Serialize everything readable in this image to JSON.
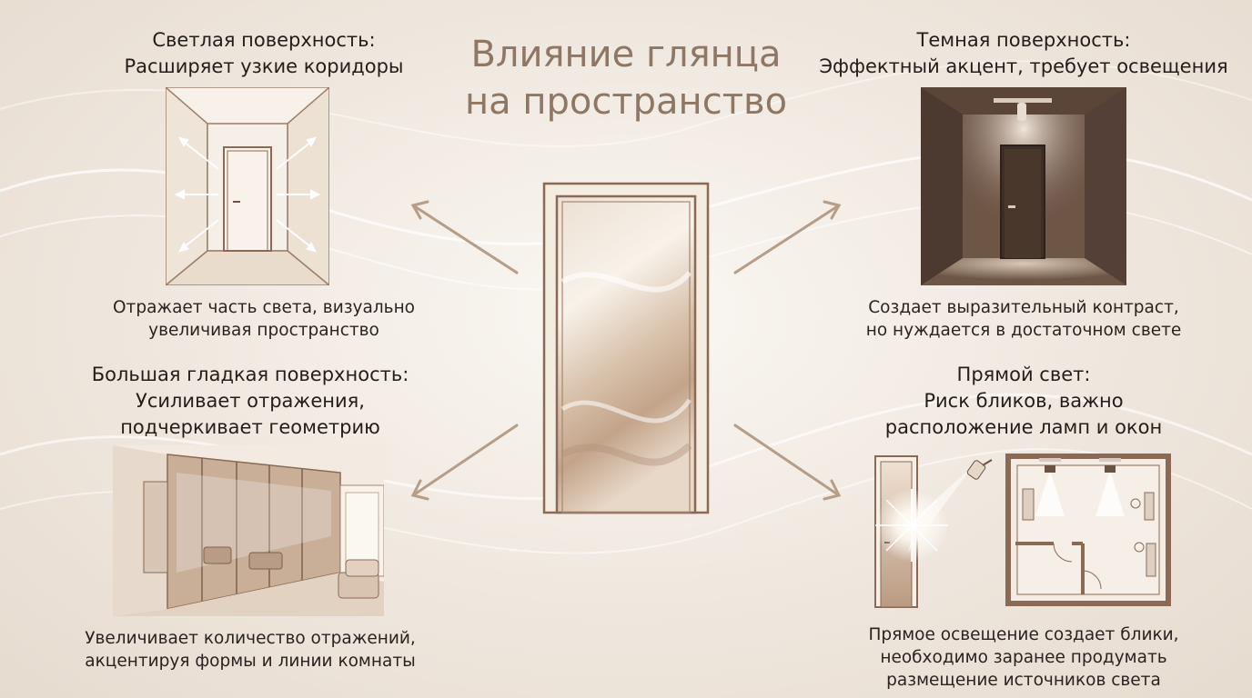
{
  "title": {
    "line1": "Влияние глянца",
    "line2": "на пространство"
  },
  "colors": {
    "accent": "#8f7766",
    "arrow": "#b59d87",
    "frame": "#8a6a55",
    "dark_room": "#5a4538"
  },
  "panels": {
    "light": {
      "title_line1": "Светлая поверхность:",
      "title_line2": "Расширяет узкие коридоры",
      "desc_line1": "Отражает часть света, визуально",
      "desc_line2": "увеличивая пространство"
    },
    "dark": {
      "title_line1": "Темная поверхность:",
      "title_line2": "Эффектный акцент, требует освещения",
      "desc_line1": "Создает выразительный контраст,",
      "desc_line2": "но нуждается в достаточном свете"
    },
    "large": {
      "title_line1": "Большая гладкая поверхность:",
      "title_line2": "Усиливает отражения,",
      "title_line3": "подчеркивает геометрию",
      "desc_line1": "Увеличивает количество отражений,",
      "desc_line2": "акцентируя формы и линии комнаты"
    },
    "direct": {
      "title_line1": "Прямой свет:",
      "title_line2": "Риск бликов, важно",
      "title_line3": "расположение ламп и окон",
      "desc_line1": "Прямое освещение создает блики,",
      "desc_line2": "необходимо заранее продумать",
      "desc_line3": "размещение источников света"
    }
  }
}
